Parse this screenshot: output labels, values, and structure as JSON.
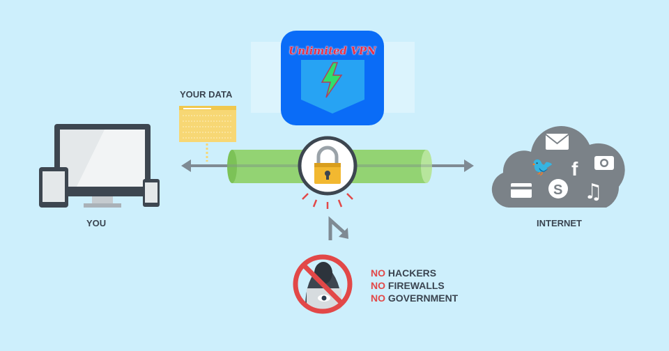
{
  "app_icon": {
    "title": "Unlimited VPN"
  },
  "labels": {
    "you": "YOU",
    "your_data": "YOUR DATA",
    "internet": "INTERNET"
  },
  "blocked": [
    {
      "prefix": "NO",
      "text": "HACKERS"
    },
    {
      "prefix": "NO",
      "text": "FIREWALLS"
    },
    {
      "prefix": "NO",
      "text": "GOVERNMENT"
    }
  ],
  "colors": {
    "background": "#cdeffc",
    "tunnel": "#8fd16b",
    "app_blue": "#0a6cf7",
    "danger": "#e24848",
    "dark": "#3d4650"
  }
}
